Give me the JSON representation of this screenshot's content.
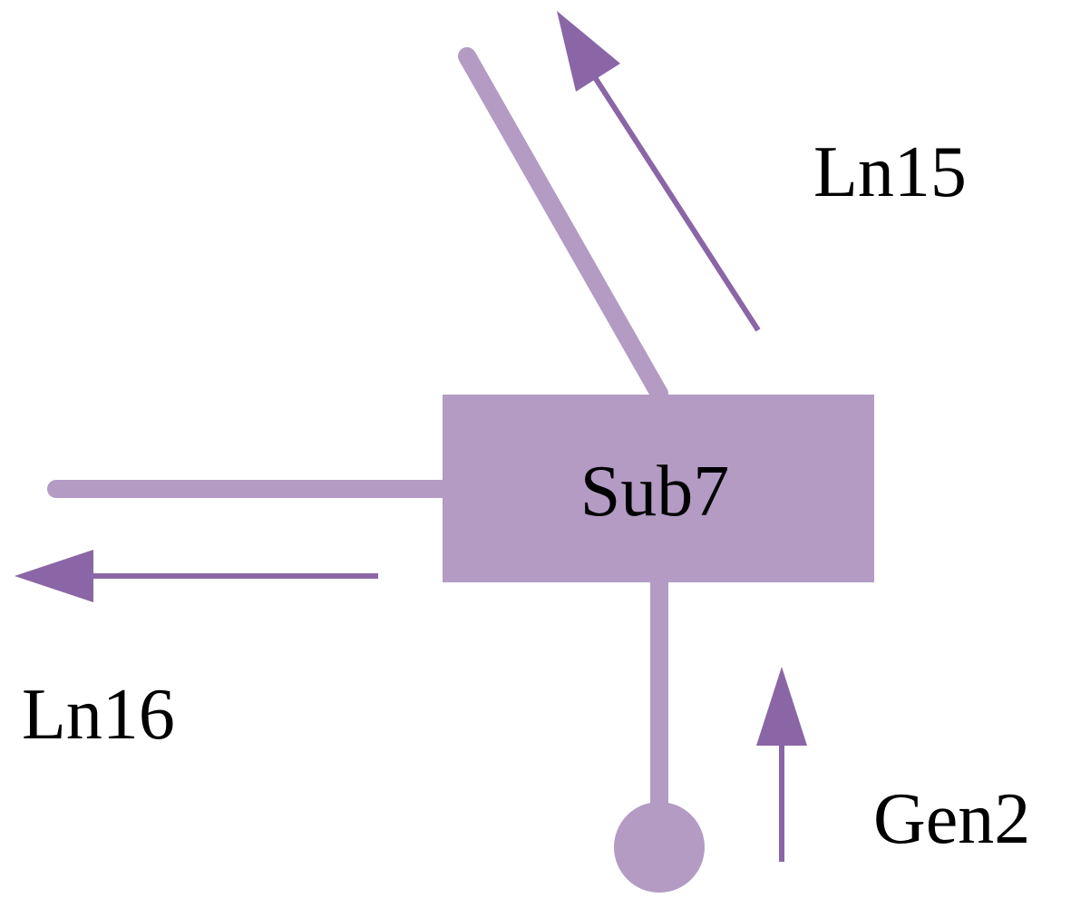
{
  "colors": {
    "line": "#b39bc4",
    "arrow": "#8a66a6",
    "text": "#000000",
    "background": "#ffffff"
  },
  "substation": {
    "label": "Sub7"
  },
  "lines": [
    {
      "id": "ln15",
      "label": "Ln15",
      "flow_direction": "up-left"
    },
    {
      "id": "ln16",
      "label": "Ln16",
      "flow_direction": "left"
    }
  ],
  "generator": {
    "label": "Gen2",
    "flow_direction": "up"
  }
}
